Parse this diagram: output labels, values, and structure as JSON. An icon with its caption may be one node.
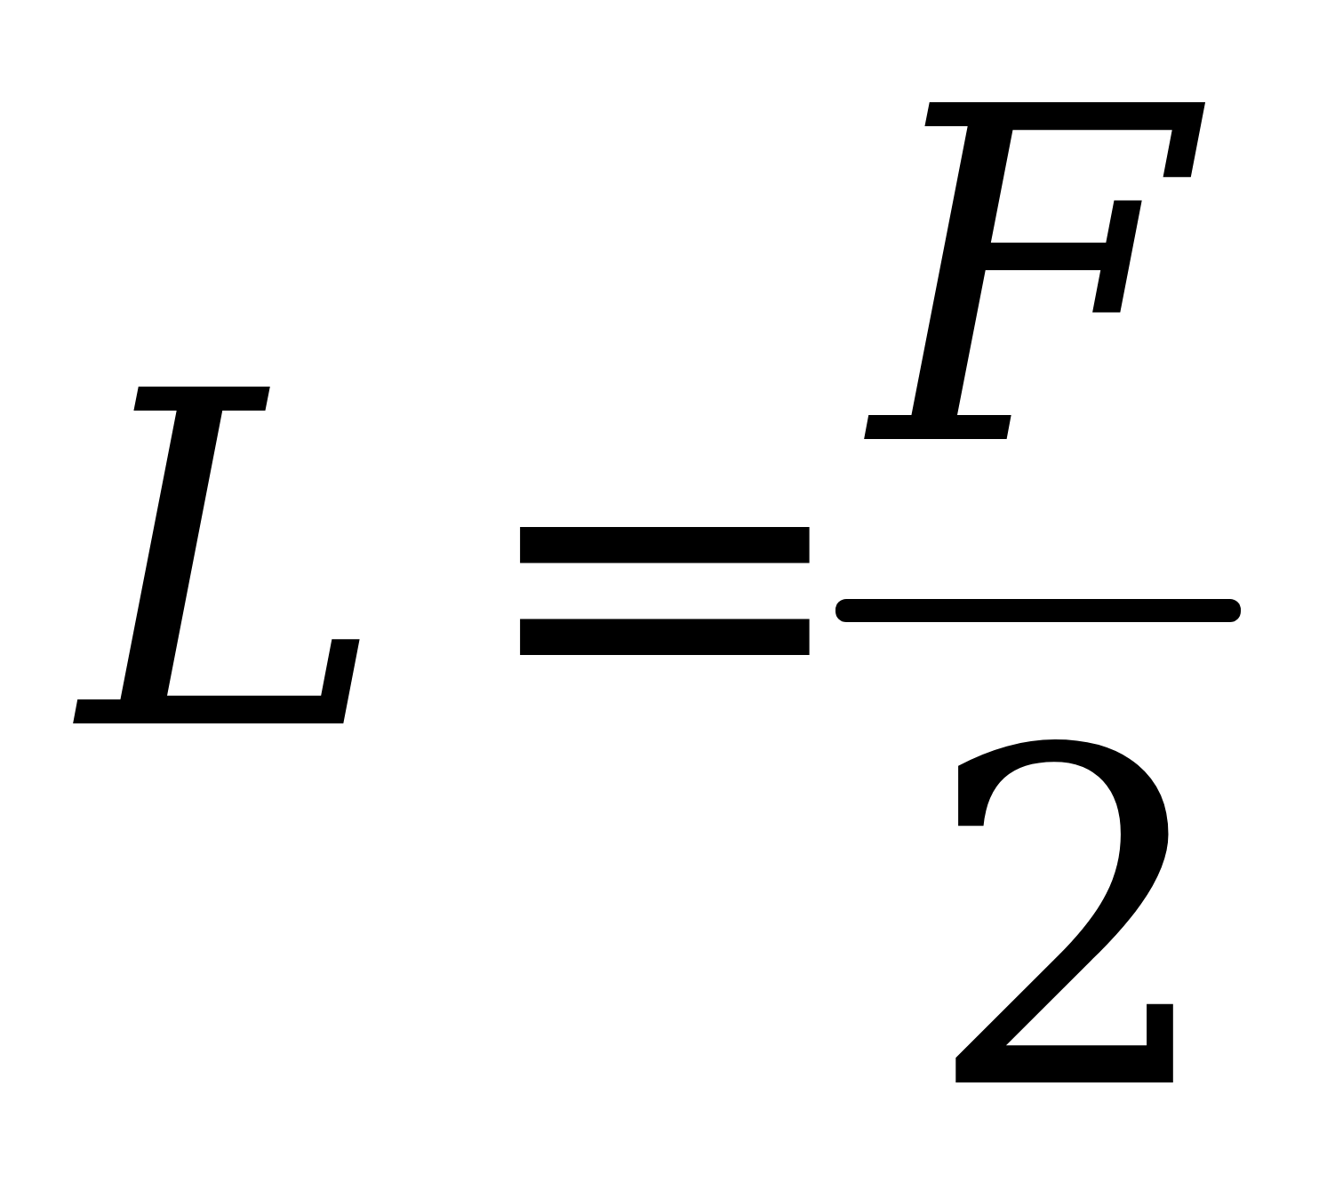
{
  "diagram": {
    "labels": [
      "L",
      "=",
      "F",
      "2"
    ]
  }
}
